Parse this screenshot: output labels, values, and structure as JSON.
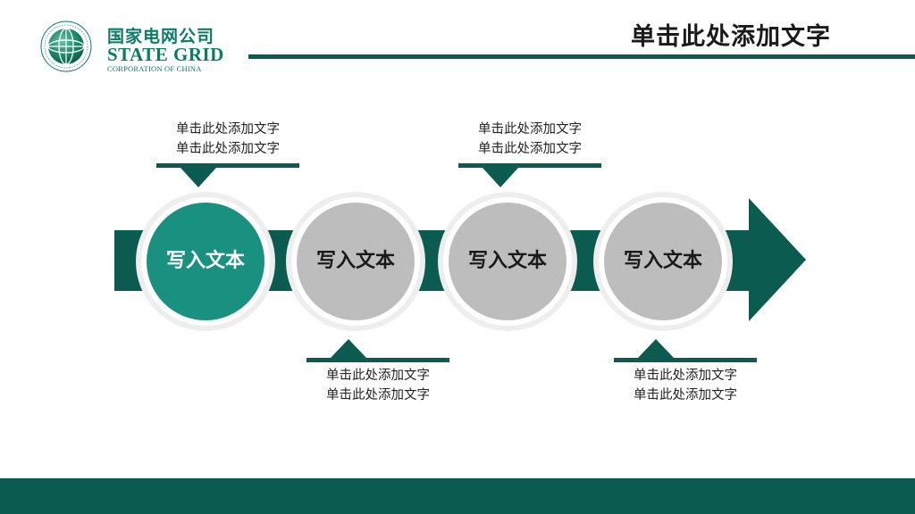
{
  "header": {
    "logo_cn": "国家电网公司",
    "logo_en": "STATE GRID",
    "logo_sub": "CORPORATION OF CHINA",
    "title": "单击此处添加文字"
  },
  "diagram": {
    "steps": [
      {
        "label": "写入文本",
        "active": true
      },
      {
        "label": "写入文本",
        "active": false
      },
      {
        "label": "写入文本",
        "active": false
      },
      {
        "label": "写入文本",
        "active": false
      }
    ],
    "callouts": [
      {
        "position": "top",
        "lines": [
          "单击此处添加文字",
          "单击此处添加文字"
        ]
      },
      {
        "position": "bottom",
        "lines": [
          "单击此处添加文字",
          "单击此处添加文字"
        ]
      },
      {
        "position": "top",
        "lines": [
          "单击此处添加文字",
          "单击此处添加文字"
        ]
      },
      {
        "position": "bottom",
        "lines": [
          "单击此处添加文字",
          "单击此处添加文字"
        ]
      }
    ]
  },
  "colors": {
    "dark_green": "#0b5b50",
    "teal": "#1a9080",
    "gray": "#bdbdbd",
    "ring": "#eeeeee"
  },
  "icons": {
    "logo": "state-grid-globe-icon"
  }
}
